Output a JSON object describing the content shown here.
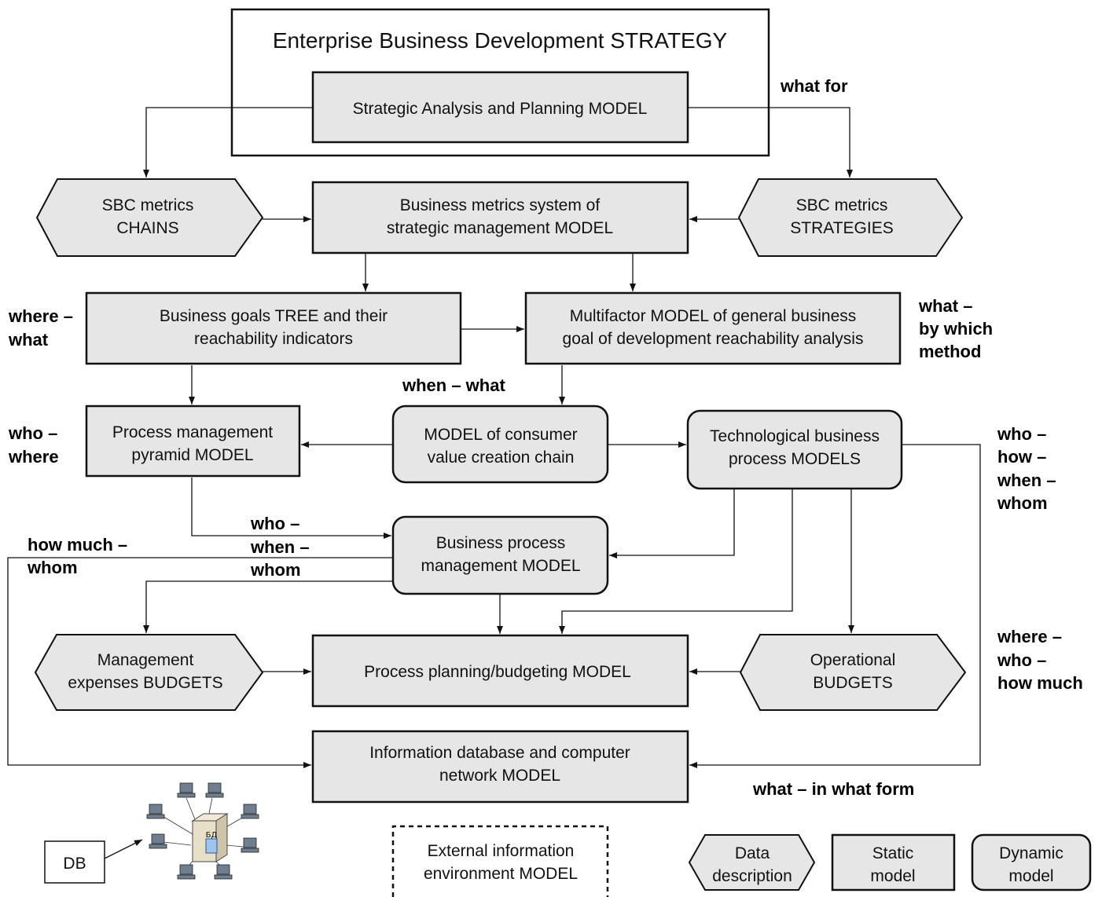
{
  "title": "Enterprise Business Development STRATEGY",
  "boxes": {
    "strategic_analysis": "Strategic Analysis and Planning MODEL",
    "sbc_chains": [
      "SBC metrics",
      "CHAINS"
    ],
    "business_metrics": [
      "Business metrics system of",
      "strategic management MODEL"
    ],
    "sbc_strategies": [
      "SBC metrics",
      "STRATEGIES"
    ],
    "goals_tree": [
      "Business goals TREE and their",
      "reachability indicators"
    ],
    "multifactor": [
      "Multifactor MODEL of general business",
      "goal of development reachability analysis"
    ],
    "pyramid": [
      "Process management",
      "pyramid MODEL"
    ],
    "value_chain": [
      "MODEL of consumer",
      "value creation chain"
    ],
    "tech_process": [
      "Technological business",
      "process MODELS"
    ],
    "bpm": [
      "Business process",
      "management MODEL"
    ],
    "mgmt_budgets": [
      "Management",
      "expenses BUDGETS"
    ],
    "planning": "Process planning/budgeting MODEL",
    "op_budgets": [
      "Operational",
      "BUDGETS"
    ],
    "info_db": [
      "Information database and computer",
      "network MODEL"
    ],
    "external": [
      "External information",
      "environment MODEL"
    ],
    "db": "DB",
    "server_label": "БД"
  },
  "questions": {
    "what_for": "what for",
    "where_what": [
      "where –",
      "what"
    ],
    "what_method": [
      "what –",
      "by which",
      "method"
    ],
    "when_what": "when – what",
    "who_where": [
      "who –",
      "where"
    ],
    "who_how": [
      "who –",
      "how –",
      "when –",
      "whom"
    ],
    "who_when": [
      "who –",
      "when –",
      "whom"
    ],
    "how_much": [
      "how much  –",
      "whom"
    ],
    "where_who": [
      "where –",
      "who –",
      "how much"
    ],
    "what_form": "what – in what form"
  },
  "legend": {
    "data": [
      "Data",
      "description"
    ],
    "static": [
      "Static",
      "model"
    ],
    "dynamic": [
      "Dynamic",
      "model"
    ]
  }
}
